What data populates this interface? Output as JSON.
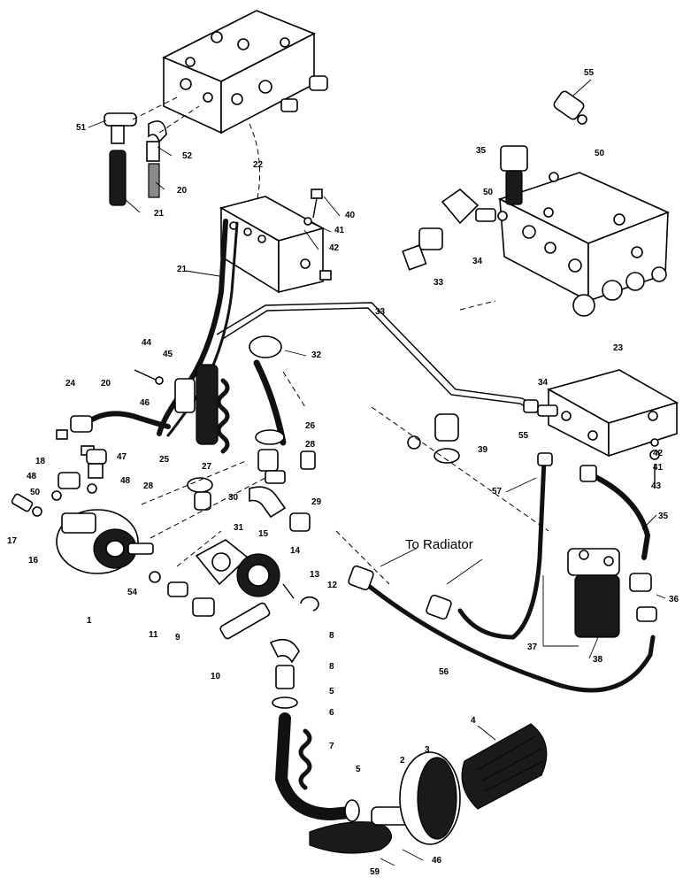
{
  "note": "To Radiator",
  "callouts": [
    "55",
    "50",
    "35",
    "50",
    "34",
    "33",
    "22",
    "40",
    "41",
    "42",
    "51",
    "52",
    "20",
    "21",
    "21",
    "23",
    "33",
    "32",
    "44",
    "45",
    "24",
    "20",
    "46",
    "34",
    "55",
    "18",
    "47",
    "26",
    "28",
    "25",
    "27",
    "42",
    "41",
    "43",
    "39",
    "48",
    "48",
    "50",
    "17",
    "16",
    "1",
    "54",
    "11",
    "9",
    "10",
    "28",
    "31",
    "30",
    "29",
    "15",
    "14",
    "13",
    "12",
    "57",
    "35",
    "36",
    "37",
    "38",
    "56",
    "8",
    "8",
    "5",
    "6",
    "7",
    "5",
    "2",
    "3",
    "4",
    "46",
    "59"
  ]
}
